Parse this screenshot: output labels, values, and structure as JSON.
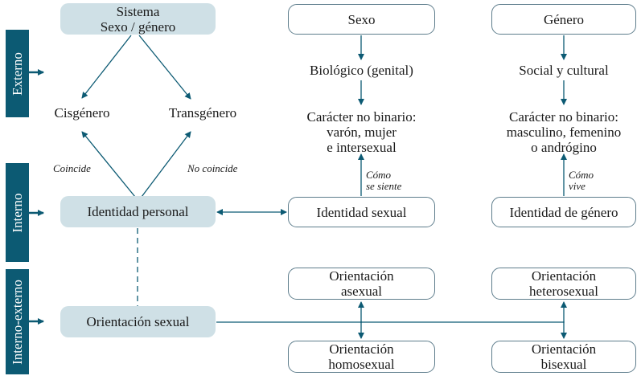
{
  "sidebar": {
    "externo": "Externo",
    "interno": "Interno",
    "interno_externo": "Interno-externo"
  },
  "left_column": {
    "sistema_line1": "Sistema",
    "sistema_line2": "Sexo / género",
    "cisgenero": "Cisgénero",
    "transgenero": "Transgénero",
    "coincide": "Coincide",
    "no_coincide": "No coincide",
    "identidad_personal": "Identidad personal",
    "orientacion_sexual": "Orientación sexual"
  },
  "sexo_column": {
    "header": "Sexo",
    "biologico": "Biológico (genital)",
    "caracter_line1": "Carácter no binario:",
    "caracter_line2": "varón, mujer",
    "caracter_line3": "e intersexual",
    "como_line1": "Cómo",
    "como_line2": "se siente",
    "identidad": "Identidad sexual"
  },
  "genero_column": {
    "header": "Género",
    "social": "Social y cultural",
    "caracter_line1": "Carácter no binario:",
    "caracter_line2": "masculino, femenino",
    "caracter_line3": "o andrógino",
    "como_line1": "Cómo",
    "como_line2": "vive",
    "identidad": "Identidad de género"
  },
  "orientations": {
    "asexual_line1": "Orientación",
    "asexual_line2": "asexual",
    "homosexual_line1": "Orientación",
    "homosexual_line2": "homosexual",
    "heterosexual_line1": "Orientación",
    "heterosexual_line2": "heterosexual",
    "bisexual_line1": "Orientación",
    "bisexual_line2": "bisexual"
  },
  "colors": {
    "accent": "#0c5a73",
    "box_fill": "#cfe0e6",
    "box_border": "#5e7d8c"
  }
}
